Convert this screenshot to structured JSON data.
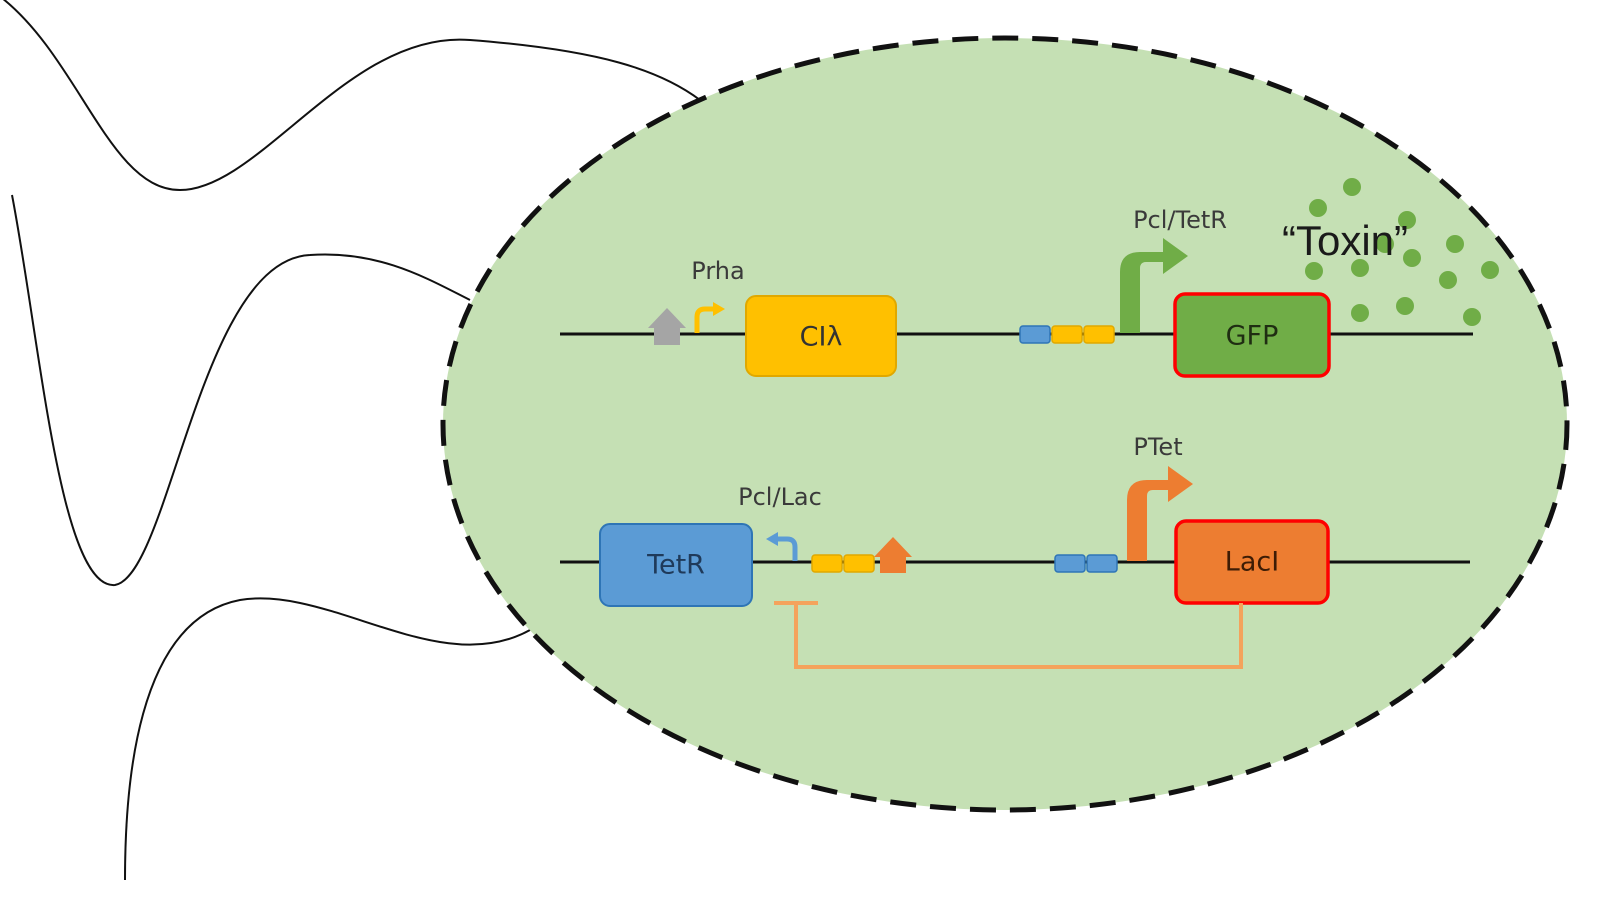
{
  "diagram": {
    "colors": {
      "cell_fill": "#c5e0b4",
      "membrane": "#111111",
      "dna": "#111111",
      "yellow": "#ffc000",
      "yellow_dark": "#e0a800",
      "green": "#70ad47",
      "green_dark": "#548235",
      "blue": "#5b9bd5",
      "blue_dark": "#2e75b6",
      "orange": "#ed7d31",
      "orange_dark": "#c55a11",
      "gray": "#a5a5a5",
      "red_outline": "#ff0000",
      "repression_line": "#f4a35c"
    },
    "genes": {
      "cl": "CIλ",
      "gfp": "GFP",
      "tetr": "TetR",
      "laci": "LacI"
    },
    "promoters": {
      "prha": "Prha",
      "pcl_tetr": "Pcl/TetR",
      "pcl_lac": "Pcl/Lac",
      "ptet": "PTet"
    },
    "product_label": "“Toxin”"
  }
}
